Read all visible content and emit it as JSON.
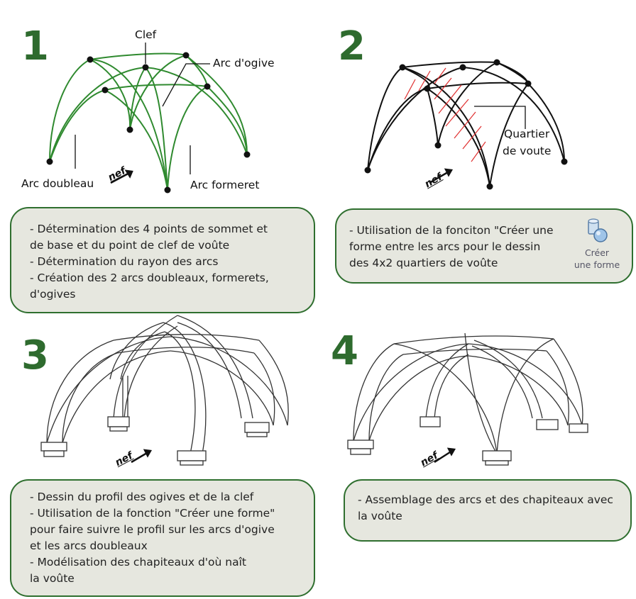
{
  "steps": [
    {
      "number": "1",
      "lines": [
        "- Détermination des 4 points de sommet et",
        "de base et du point de clef de voûte",
        "- Détermination du rayon des arcs",
        "- Création des 2 arcs doubleaux, formerets,",
        "d'ogives"
      ]
    },
    {
      "number": "2",
      "lines": [
        "- Utilisation de la fonciton \"Créer une",
        "forme entre les arcs pour le dessin",
        "des 4x2 quartiers de voûte"
      ]
    },
    {
      "number": "3",
      "lines": [
        "- Dessin du profil des ogives et de la clef",
        "- Utilisation de la fonction \"Créer une forme\"",
        "pour faire suivre le profil sur les arcs d'ogive",
        "et les arcs doubleaux",
        "- Modélisation des chapiteaux d'où naît",
        "la voûte"
      ]
    },
    {
      "number": "4",
      "lines": [
        "- Assemblage des arcs et des chapiteaux avec",
        "la voûte"
      ]
    }
  ],
  "labels": {
    "clef": "Clef",
    "arc_ogive": "Arc d'ogive",
    "arc_doubleau": "Arc doubleau",
    "arc_formeret": "Arc formeret",
    "quartier_line1": "Quartier",
    "quartier_line2": "de voute",
    "nef": "nef"
  },
  "tool_button": {
    "line1": "Créer",
    "line2": "une forme",
    "icon": "create-form-icon"
  },
  "colors": {
    "accent_green": "#2e6b2e",
    "box_fill": "#e6e7df",
    "box_border": "#2f6f2f",
    "arc_green": "#2f8a2f",
    "hatch_red": "#e03030"
  }
}
